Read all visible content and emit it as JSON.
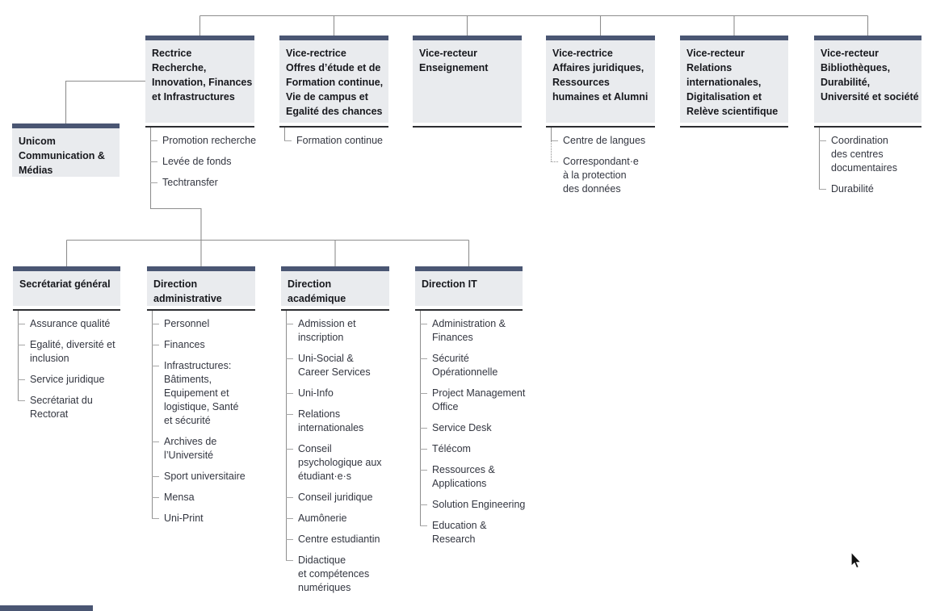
{
  "palette": {
    "header_bar": "#4a5673",
    "box_background": "#e9ebee",
    "box_underline": "#2c2d31",
    "connector_line": "#8e8e8e",
    "tick_mark": "#a6a6a6",
    "title_text": "#17181d",
    "item_text": "#333640"
  },
  "org_chart": {
    "nodes": [
      {
        "id": "unicom",
        "title": "Unicom\nCommunication &\nMédias",
        "items": []
      },
      {
        "id": "rectrice",
        "title": "Rectrice\nRecherche,\nInnovation, Finances\net Infrastructures",
        "items": [
          "Promotion recherche",
          "Levée de fonds",
          "Techtransfer"
        ]
      },
      {
        "id": "offres",
        "title": "Vice-rectrice\nOffres d’étude et de\nFormation continue,\nVie de campus et\nEgalité des chances",
        "items": [
          "Formation continue"
        ]
      },
      {
        "id": "enseignement",
        "title": "Vice-recteur\nEnseignement",
        "items": []
      },
      {
        "id": "affaires",
        "title": "Vice-rectrice\nAffaires juridiques,\nRessources\nhumaines et Alumni",
        "items": [
          "Centre de langues",
          "Correspondant·e\nà la protection\ndes données"
        ],
        "dotted_item_index": 1
      },
      {
        "id": "relations",
        "title": "Vice-recteur\nRelations\ninternationales,\nDigitalisation et\nRelève scientifique",
        "items": []
      },
      {
        "id": "bibliotheques",
        "title": "Vice-recteur\nBibliothèques,\nDurabilité,\nUniversité et société",
        "items": [
          "Coordination\ndes centres\ndocumentaires",
          "Durabilité"
        ]
      },
      {
        "id": "secretariat",
        "title": "Secrétariat général",
        "items": [
          "Assurance qualité",
          "Egalité, diversité et\ninclusion",
          "Service juridique",
          "Secrétariat du\nRectorat"
        ]
      },
      {
        "id": "dir_admin",
        "title": "Direction\nadministrative",
        "items": [
          "Personnel",
          "Finances",
          "Infrastructures:\nBâtiments,\nEquipement et\nlogistique, Santé\net sécurité",
          "Archives de\nl’Université",
          "Sport universitaire",
          "Mensa",
          "Uni-Print"
        ]
      },
      {
        "id": "dir_acad",
        "title": "Direction\nacadémique",
        "items": [
          "Admission et\ninscription",
          "Uni-Social &\nCareer Services",
          "Uni-Info",
          "Relations\ninternationales",
          "Conseil\npsychologique aux\nétudiant·e·s",
          "Conseil juridique",
          "Aumônerie",
          "Centre estudiantin",
          "Didactique\net compétences\nnumériques"
        ]
      },
      {
        "id": "dir_it",
        "title": "Direction IT",
        "items": [
          "Administration &\nFinances",
          "Sécurité\nOpérationnelle",
          "Project Management\nOffice",
          "Service Desk",
          "Télécom",
          "Ressources &\nApplications",
          "Solution Engineering",
          "Education &\nResearch"
        ]
      }
    ]
  },
  "icons": {
    "cursor": "arrow-pointer"
  }
}
